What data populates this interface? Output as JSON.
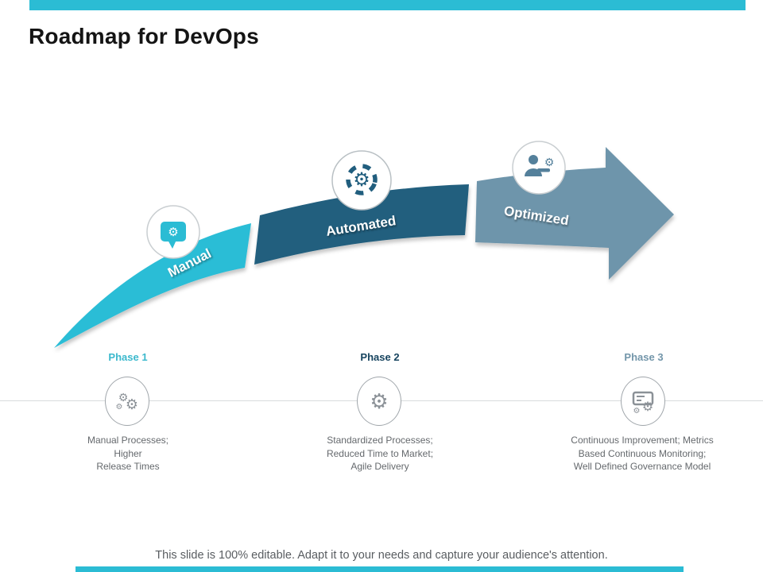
{
  "slide": {
    "title": "Roadmap for DevOps",
    "footer": "This slide is 100% editable. Adapt it to your needs and capture your audience's attention."
  },
  "colors": {
    "accent_teal": "#2bbcd4",
    "segment_manual": "#2bbdd6",
    "segment_automated": "#215e7e",
    "segment_optimized": "#6e95ab",
    "phase1_label": "#3cb9cd",
    "phase2_label": "#17445f",
    "phase3_label": "#7396aa",
    "icon_gray": "#8b9197",
    "body_text_gray": "#65696d"
  },
  "roadmap": {
    "segments": [
      {
        "label": "Manual",
        "icon": "chat-bubble-gear-icon"
      },
      {
        "label": "Automated",
        "icon": "automation-gear-icon"
      },
      {
        "label": "Optimized",
        "icon": "person-with-gear-icon"
      }
    ]
  },
  "phases": [
    {
      "label": "Phase 1",
      "icon": "gears-cluster-icon",
      "description_lines": [
        "Manual Processes;",
        "Higher",
        "Release Times"
      ]
    },
    {
      "label": "Phase 2",
      "icon": "gear-process-icon",
      "description_lines": [
        "Standardized Processes;",
        "Reduced Time to Market;",
        "Agile Delivery"
      ]
    },
    {
      "label": "Phase 3",
      "icon": "monitor-gears-icon",
      "description_lines": [
        "Continuous Improvement; Metrics",
        "Based Continuous Monitoring;",
        "Well Defined Governance Model"
      ]
    }
  ]
}
